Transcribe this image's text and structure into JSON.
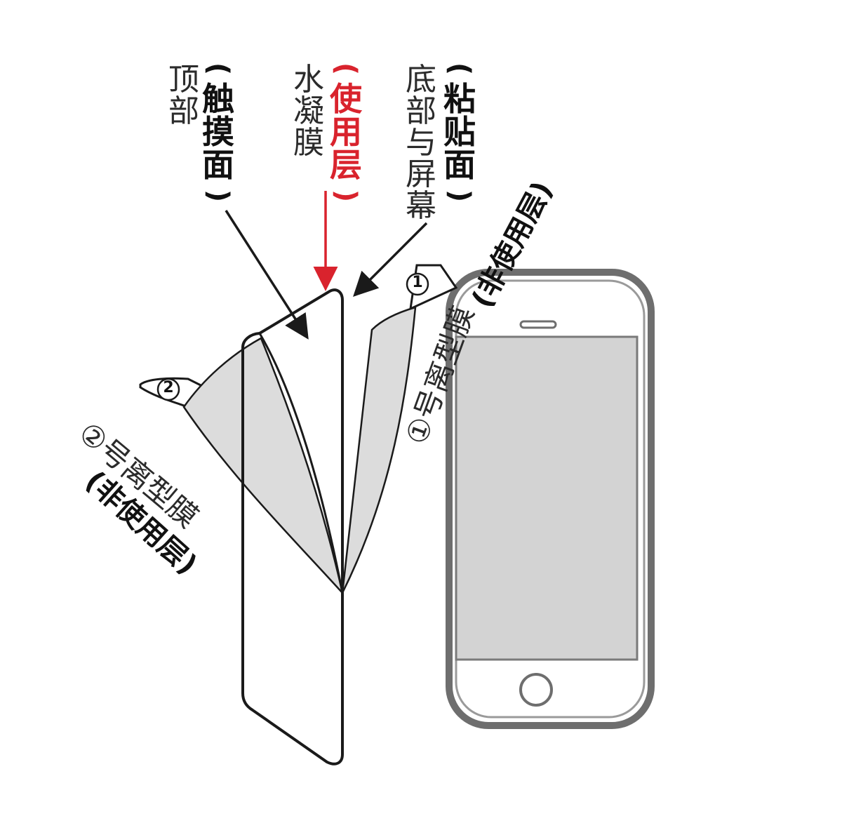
{
  "labels": {
    "top_surface": {
      "line1": "顶部",
      "line2": "触摸面"
    },
    "hydrogel": {
      "line1": "水凝膜",
      "line2": "使用层"
    },
    "bottom_surface": {
      "line1": "底部与屏幕",
      "line2": "粘贴面"
    },
    "film1": {
      "main": "①号离型膜",
      "sub": "(非使用层)",
      "tab": "1"
    },
    "film2": {
      "main": "②号离型膜",
      "sub": "(非使用层)",
      "tab": "2"
    }
  },
  "colors": {
    "accent": "#d9232d",
    "outline": "#1a1a1a",
    "film_fill": "#dcdcdc",
    "phone_frame": "#6e6e6e",
    "screen": "#d3d3d3"
  }
}
